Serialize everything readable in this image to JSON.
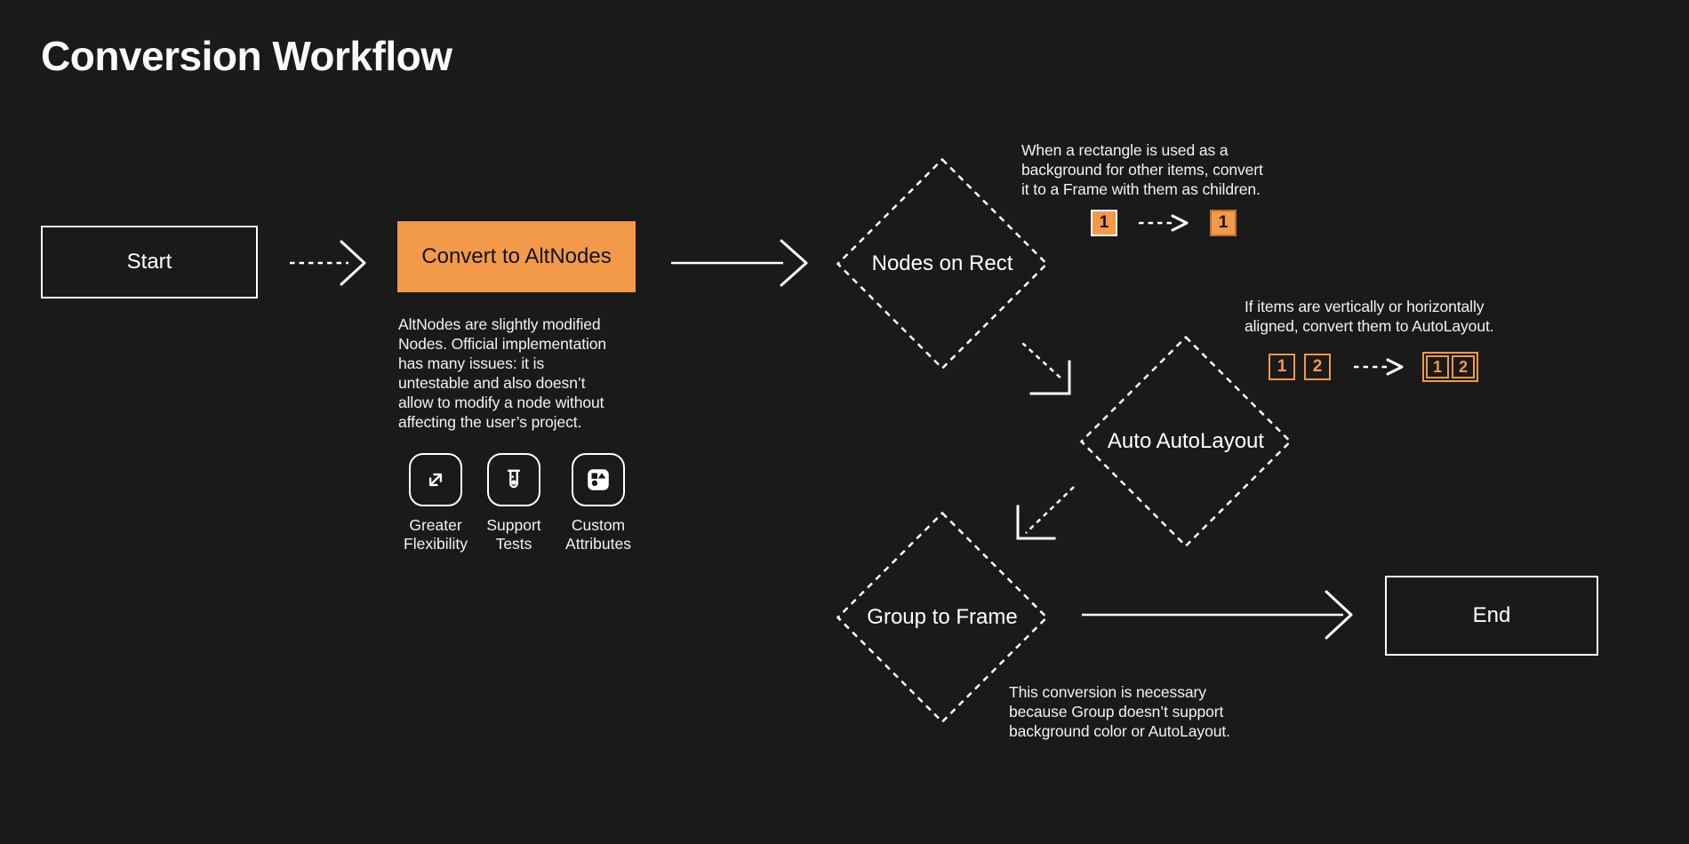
{
  "title": "Conversion Workflow",
  "colors": {
    "background": "#1a1a1a",
    "accent_orange": "#F2994A",
    "stroke_white": "#ffffff"
  },
  "nodes": {
    "start": {
      "label": "Start",
      "type": "terminal"
    },
    "convert": {
      "label": "Convert to AltNodes",
      "type": "process"
    },
    "nodes_on_rect": {
      "label": "Nodes on Rect",
      "type": "decision"
    },
    "auto_autolayout": {
      "label": "Auto AutoLayout",
      "type": "decision"
    },
    "group_to_frame": {
      "label": "Group to Frame",
      "type": "decision"
    },
    "end": {
      "label": "End",
      "type": "terminal"
    }
  },
  "convert_description": "AltNodes are slightly modified\nNodes. Official implementation\nhas many issues: it is\nuntestable and also doesn’t\nallow to modify a node without\naffecting the user’s project.",
  "features": [
    {
      "icon": "expand-arrows-icon",
      "label": "Greater\nFlexibility"
    },
    {
      "icon": "test-tube-icon",
      "label": "Support\nTests"
    },
    {
      "icon": "shapes-icon",
      "label": "Custom\nAttributes"
    }
  ],
  "annotations": {
    "nodes_on_rect": {
      "text": "When a rectangle is used as a\nbackground for other items, convert\nit to a Frame with them as children.",
      "before_items": [
        "1"
      ],
      "after_items": [
        "1"
      ]
    },
    "auto_autolayout": {
      "text": "If items are vertically or horizontally\naligned, convert them to AutoLayout.",
      "before_items": [
        "1",
        "2"
      ],
      "after_items": [
        "1",
        "2"
      ]
    },
    "group_to_frame": {
      "text": "This conversion is necessary\nbecause Group doesn’t support\nbackground color or AutoLayout."
    }
  }
}
